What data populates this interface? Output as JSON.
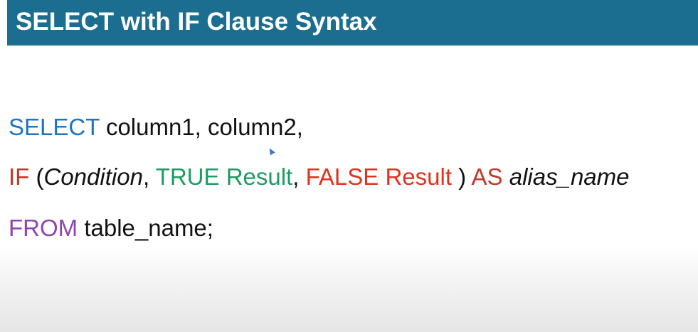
{
  "title": "SELECT with IF Clause Syntax",
  "colors": {
    "title_bar": "#1b6e8f",
    "select": "#1f73c6",
    "if": "#c0392b",
    "true": "#1e9b62",
    "false": "#e2321e",
    "as": "#c0392b",
    "from": "#8e44ad"
  },
  "code": {
    "line1": {
      "keyword": "SELECT",
      "rest": " column1, column2,"
    },
    "line2": {
      "keyword_if": "IF",
      "open": " (",
      "condition": "Condition",
      "comma1": ", ",
      "true_result": "TRUE Result",
      "comma2": ", ",
      "false_result": "FALSE Result",
      "close": " ) ",
      "keyword_as": "AS",
      "space": " ",
      "alias": "alias_name"
    },
    "line3": {
      "keyword": "FROM",
      "rest": " table_name;"
    }
  }
}
